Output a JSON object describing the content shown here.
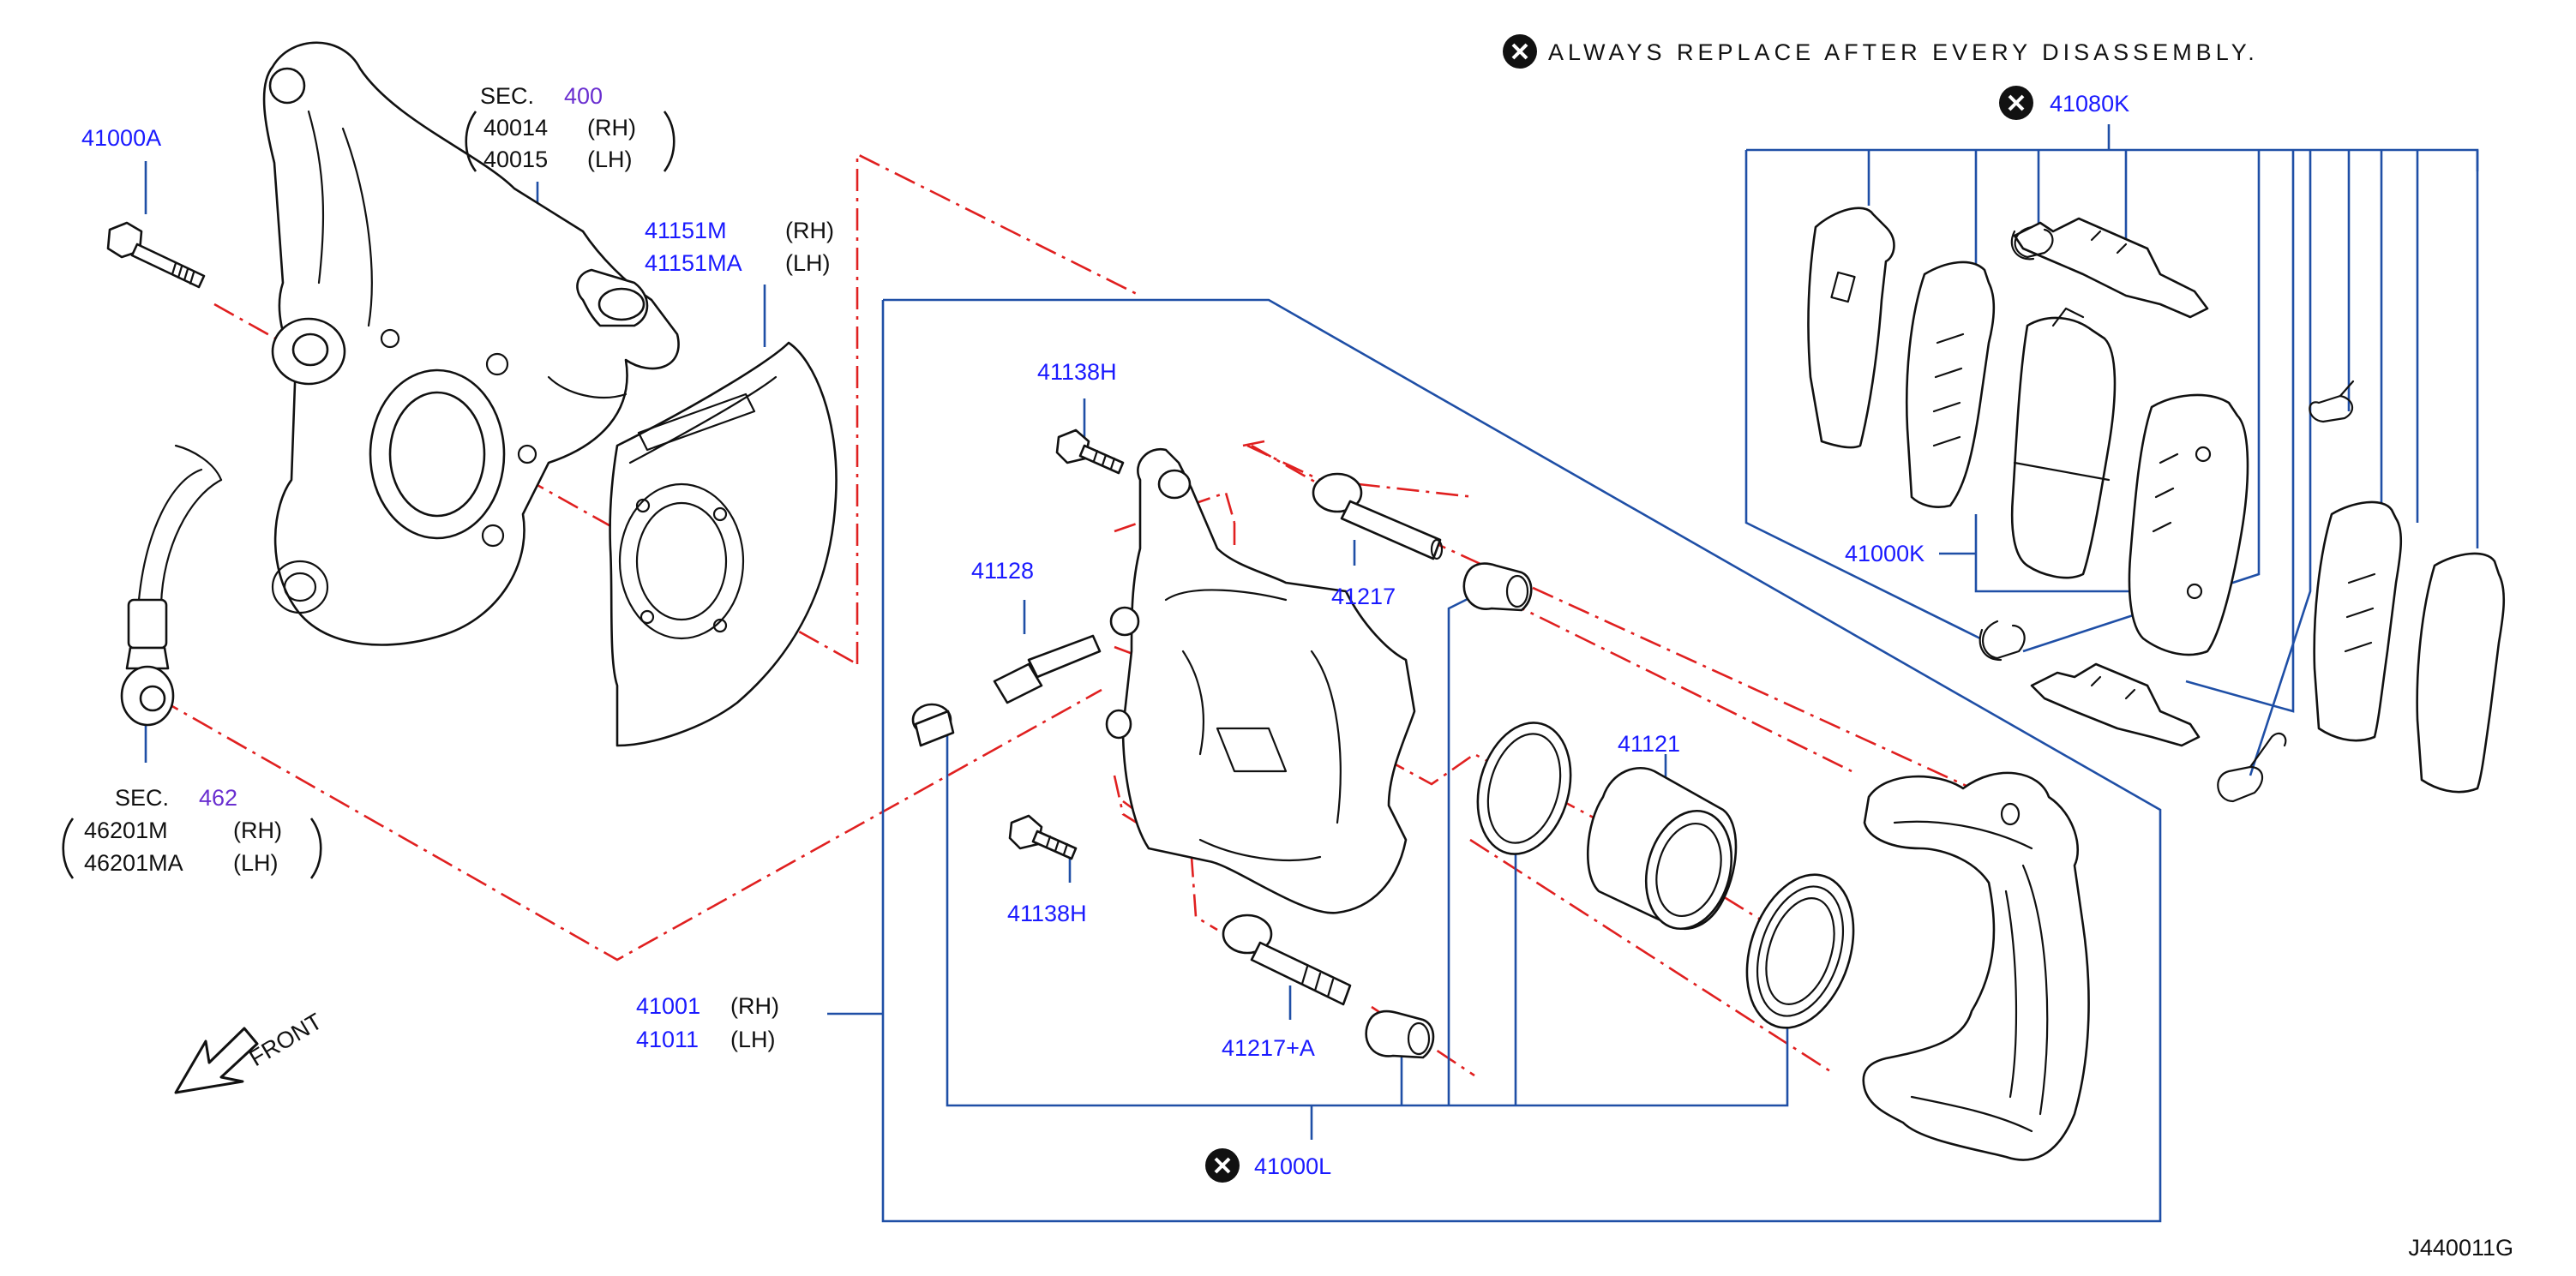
{
  "notice": {
    "text": "ALWAYS REPLACE AFTER EVERY DISASSEMBLY."
  },
  "references": {
    "knuckle": {
      "sec_label": "SEC.",
      "sec_num": "400",
      "rh_part": "40014",
      "rh_side": "(RH)",
      "lh_part": "40015",
      "lh_side": "(LH)"
    },
    "hose": {
      "sec_label": "SEC.",
      "sec_num": "462",
      "rh_part": "46201M",
      "rh_side": "(RH)",
      "lh_part": "46201MA",
      "lh_side": "(LH)"
    }
  },
  "callouts": {
    "bolt_41000a": "41000A",
    "baffle_rh": "41151M",
    "baffle_rh_side": "(RH)",
    "baffle_lh": "41151MA",
    "baffle_lh_side": "(LH)",
    "pin_bolt_top": "41138H",
    "bleeder": "41128",
    "pin_41217": "41217",
    "pin_bolt_bottom": "41138H",
    "pin_41217a": "41217+A",
    "piston": "41121",
    "caliper_rh": "41001",
    "caliper_rh_side": "(RH)",
    "caliper_lh": "41011",
    "caliper_lh_side": "(LH)",
    "seal_kit": "41000L",
    "shim_kit": "41080K",
    "pad_kit": "41000K"
  },
  "direction": {
    "front_label": "FRONT"
  },
  "diagram_code": "J440011G",
  "icons": {
    "replace_mark": "x-circle-icon",
    "front_arrow": "front-arrow-icon"
  },
  "colors": {
    "part_number": "#1a1aff",
    "section_number": "#6a2fd0",
    "leader": "#1f4fa6",
    "centerline": "#e02020",
    "outline": "#111111"
  }
}
